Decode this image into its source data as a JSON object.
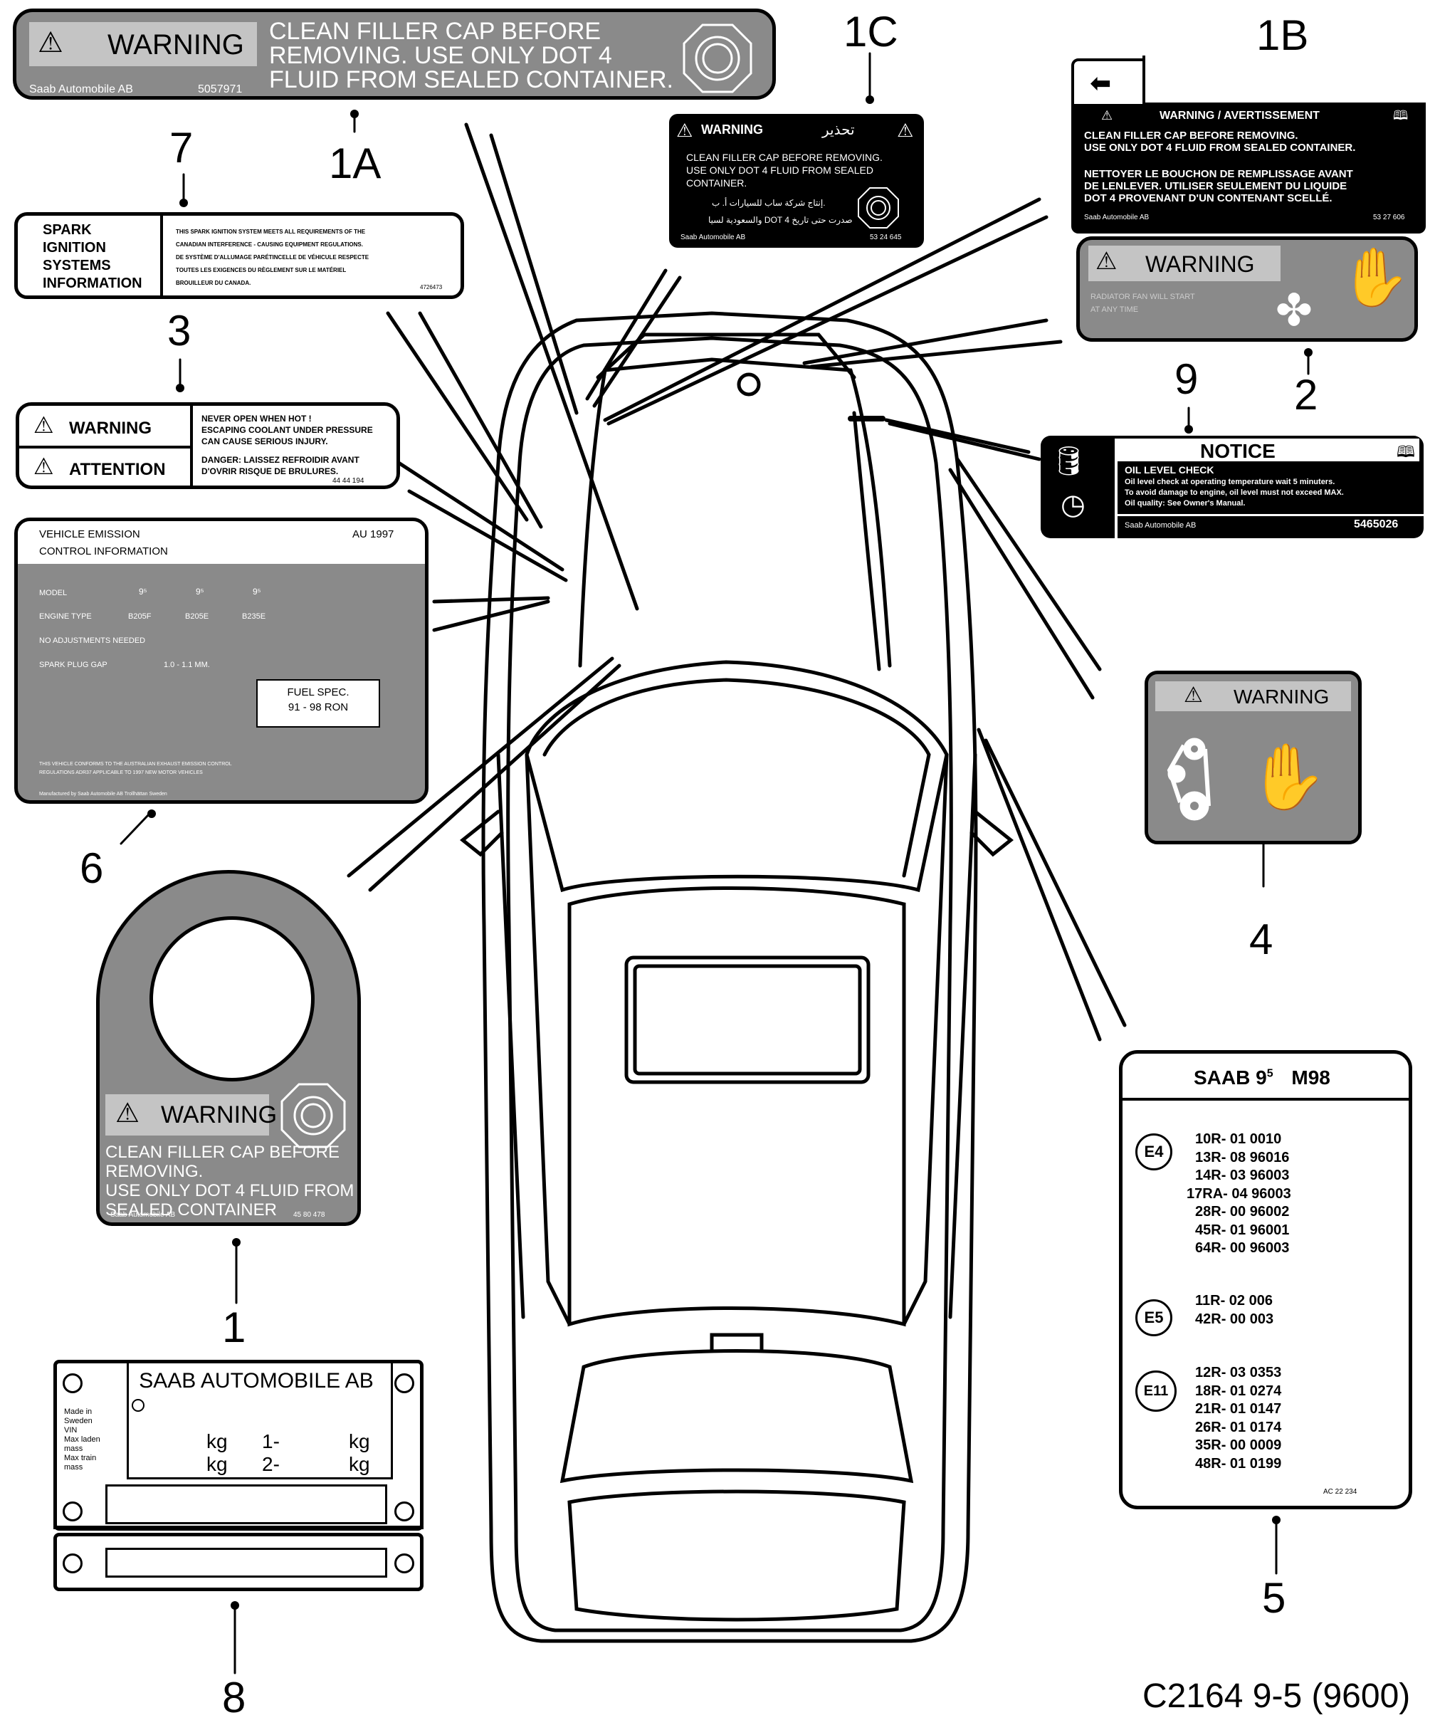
{
  "callouts": {
    "c1a": "1A",
    "c1b": "1B",
    "c1c": "1C",
    "c1": "1",
    "c2": "2",
    "c3": "3",
    "c4": "4",
    "c5": "5",
    "c6": "6",
    "c7": "7",
    "c8": "8",
    "c9": "9"
  },
  "label_1a": {
    "warning": "WARNING",
    "text": [
      "CLEAN FILLER CAP BEFORE",
      "REMOVING. USE ONLY DOT 4",
      "FLUID FROM SEALED CONTAINER."
    ],
    "company": "Saab Automobile AB",
    "part": "5057971"
  },
  "label_1c": {
    "warning": "WARNING",
    "arabic_warning": "تحذير",
    "text": [
      "CLEAN FILLER CAP BEFORE REMOVING.",
      "USE ONLY DOT 4 FLUID FROM SEALED",
      "CONTAINER."
    ],
    "arabic_1": "إنتاج شركة ساب للسيارات أ. ب.",
    "arabic_2": "والسعودية لسيا DOT 4 صدرت حتى تاريخ",
    "company": "Saab Automobile AB",
    "part": "53 24 645"
  },
  "label_1b": {
    "header": "WARNING / AVERTISSEMENT",
    "text_en": [
      "CLEAN FILLER CAP BEFORE REMOVING.",
      "USE ONLY DOT 4 FLUID FROM SEALED CONTAINER."
    ],
    "text_fr": [
      "NETTOYER LE BOUCHON DE REMPLISSAGE AVANT",
      "DE LENLEVER. UTILISER SEULEMENT DU LIQUIDE",
      "DOT 4 PROVENANT D'UN CONTENANT SCELLÉ."
    ],
    "company": "Saab Automobile AB",
    "part": "53 27 606"
  },
  "label_7": {
    "title": [
      "SPARK",
      "IGNITION",
      "SYSTEMS",
      "INFORMATION"
    ],
    "text": [
      "THIS SPARK IGNITION SYSTEM MEETS ALL REQUIREMENTS OF THE",
      "CANADIAN INTERFERENCE - CAUSING EQUIPMENT REGULATIONS.",
      "DE SYSTÈME D'ALLUMAGE PARÉTINCELLE DE VÉHICULE RESPECTE",
      "TOUTES LES EXIGENCES DU RÈGLEMENT SUR LE MATÉRIEL",
      "BROUILLEUR DU CANADA."
    ],
    "part": "4726473"
  },
  "label_2": {
    "warning": "WARNING",
    "small_1": "RADIATOR FAN WILL START",
    "small_2": "AT ANY TIME"
  },
  "label_3": {
    "warning": "WARNING",
    "attention": "ATTENTION",
    "text_en": [
      "NEVER OPEN WHEN HOT !",
      "ESCAPING COOLANT UNDER PRESSURE",
      "CAN CAUSE SERIOUS INJURY."
    ],
    "text_fr": [
      "DANGER: LAISSEZ REFROIDIR AVANT",
      "D'OVRIR RISQUE DE BRULURES."
    ],
    "part": "44 44 194"
  },
  "label_9": {
    "notice": "NOTICE",
    "title": "OIL LEVEL CHECK",
    "text": [
      "Oil level check at operating temperature wait 5 minuters.",
      "To avoid damage to engine, oil level must not exceed MAX.",
      "Oil quality: See Owner's Manual."
    ],
    "company": "Saab Automobile AB",
    "part": "5465026"
  },
  "label_6": {
    "title_1": "VEHICLE EMISSION",
    "title_2": "CONTROL INFORMATION",
    "year": "AU 1997",
    "model_label": "MODEL",
    "models": [
      "9⁵",
      "9⁵",
      "9⁵"
    ],
    "engine_label": "ENGINE   TYPE",
    "engines": [
      "B205F",
      "B205E",
      "B235E"
    ],
    "adjust": "NO ADJUSTMENTS NEEDED",
    "gap_label": "SPARK PLUG GAP",
    "gap": "1.0 - 1.1 MM.",
    "fuel_1": "FUEL SPEC.",
    "fuel_2": "91 - 98 RON",
    "foot_1": "THIS VEHICLE CONFORMS TO THE AUSTRALIAN EXHAUST EMISSION CONTROL",
    "foot_2": "REGULATIONS ADR37 APPLICABLE TO 1997 NEW MOTOR VEHICLES",
    "foot_3": "Manufactured by Saab Automobile AB Trollhättan Sweden"
  },
  "label_4": {
    "warning": "WARNING"
  },
  "label_1": {
    "warning": "WARNING",
    "text": [
      "CLEAN FILLER CAP BEFORE REMOVING.",
      "USE ONLY DOT 4 FLUID FROM",
      "SEALED CONTAINER"
    ],
    "company": "Saab Automobile AB",
    "part": "45 80 478"
  },
  "label_5": {
    "title": "SAAB 9",
    "title_sup": "5",
    "model": "M98",
    "groups": [
      {
        "mark": "E4",
        "codes": [
          "10R- 01 0010",
          "13R- 08 96016",
          "14R- 03 96003",
          "17RA- 04 96003",
          "28R- 00 96002",
          "45R- 01 96001",
          "64R- 00 96003"
        ]
      },
      {
        "mark": "E5",
        "codes": [
          "11R- 02 006",
          "42R- 00 003"
        ]
      },
      {
        "mark": "E11",
        "codes": [
          "12R- 03 0353",
          "18R- 01 0274",
          "21R- 01 0147",
          "26R- 01 0174",
          "35R- 00 0009",
          "48R- 01 0199"
        ]
      }
    ],
    "part": "AC 22 234"
  },
  "label_8": {
    "company": "SAAB AUTOMOBILE AB",
    "left": [
      "Made in",
      "Sweden",
      "VIN",
      "Max laden",
      "mass",
      "Max train",
      "mass"
    ],
    "kg": "kg",
    "one": "1-",
    "two": "2-"
  },
  "drawing_code": "C2164 9-5 (9600)"
}
